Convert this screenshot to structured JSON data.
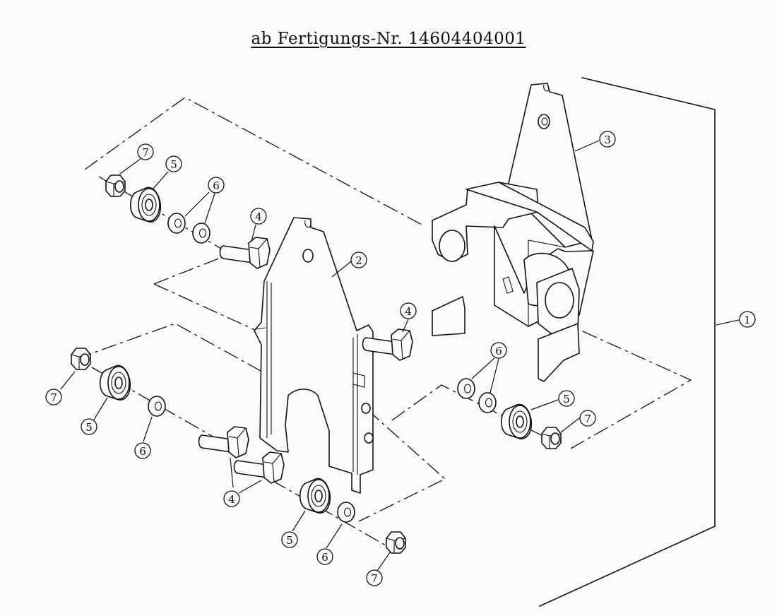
{
  "title": "ab Fertigungs-Nr. 14604404001",
  "callouts": [
    {
      "label": "1",
      "ref": "assembly"
    },
    {
      "label": "2",
      "ref": "bracket-left"
    },
    {
      "label": "3",
      "ref": "bracket-right"
    },
    {
      "label": "4",
      "ref": "bolt"
    },
    {
      "label": "5",
      "ref": "bearing"
    },
    {
      "label": "6",
      "ref": "washer"
    },
    {
      "label": "7",
      "ref": "nut"
    }
  ]
}
